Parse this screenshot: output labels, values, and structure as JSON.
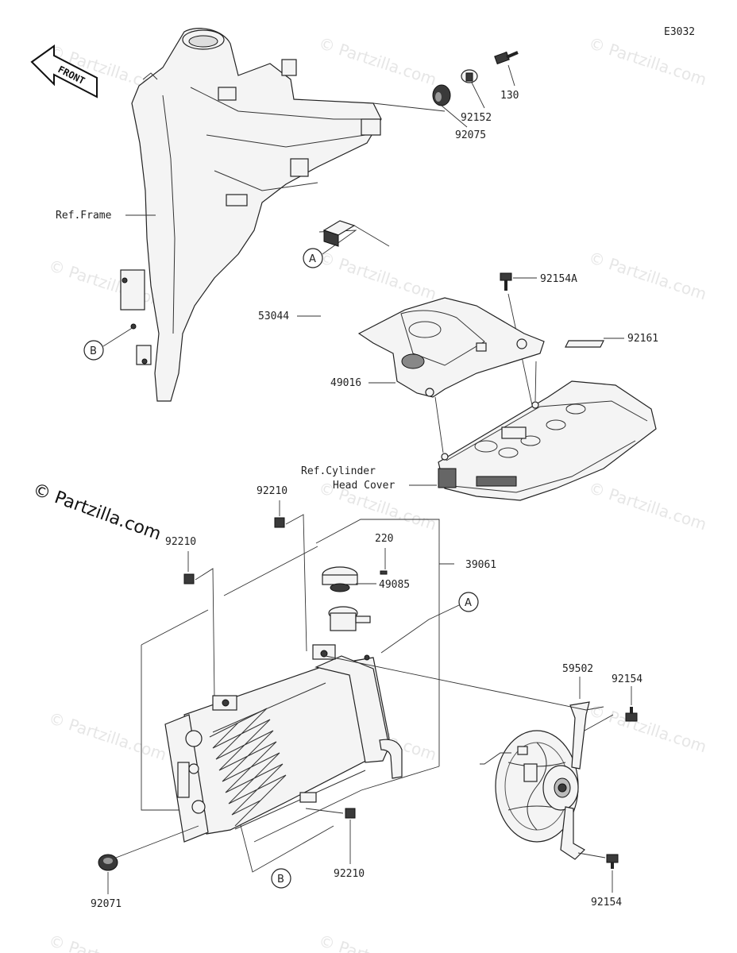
{
  "diagram_code": "E3032",
  "front_arrow_label": "FRONT",
  "copyright": "© Partzilla.com",
  "watermark": "© Partzilla.com",
  "callouts": {
    "A": "A",
    "B": "B"
  },
  "parts": {
    "p92075": "92075",
    "p92152": "92152",
    "p130": "130",
    "p92154A": "92154A",
    "p53044": "53044",
    "p92161": "92161",
    "p49016": "49016",
    "p92210_a": "92210",
    "p92210_b": "92210",
    "p92210_c": "92210",
    "p220": "220",
    "p39061": "39061",
    "p49085": "49085",
    "p59502": "59502",
    "p92154_a": "92154",
    "p92154_b": "92154",
    "p92071": "92071"
  },
  "refs": {
    "frame": "Ref.Frame",
    "cyl_line1": "Ref.Cylinder",
    "cyl_line2": "Head Cover"
  }
}
